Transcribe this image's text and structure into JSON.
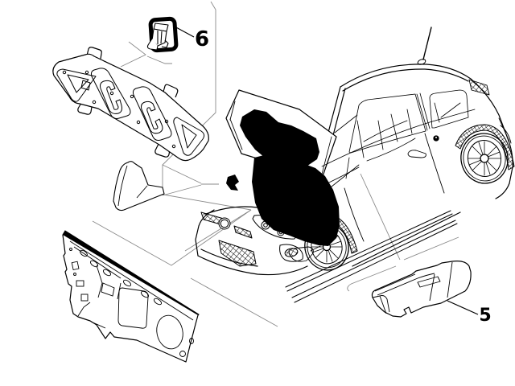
{
  "diagram": {
    "background_color": "#ffffff",
    "line_color": "#000000",
    "callouts": {
      "clip": {
        "label": "6",
        "target": "hood-insulation-retaining-clip"
      },
      "pad": {
        "label": "5",
        "target": "side-insulation-pad"
      }
    },
    "parts": [
      {
        "name": "hood-insulation-panel"
      },
      {
        "name": "hood-insulation-retaining-clip",
        "callout": "6"
      },
      {
        "name": "cowl-side-wedge-pad"
      },
      {
        "name": "dash-firewall-insulation-panel"
      },
      {
        "name": "side-insulation-pad",
        "callout": "5"
      },
      {
        "name": "vehicle-three-quarter-view"
      }
    ]
  }
}
